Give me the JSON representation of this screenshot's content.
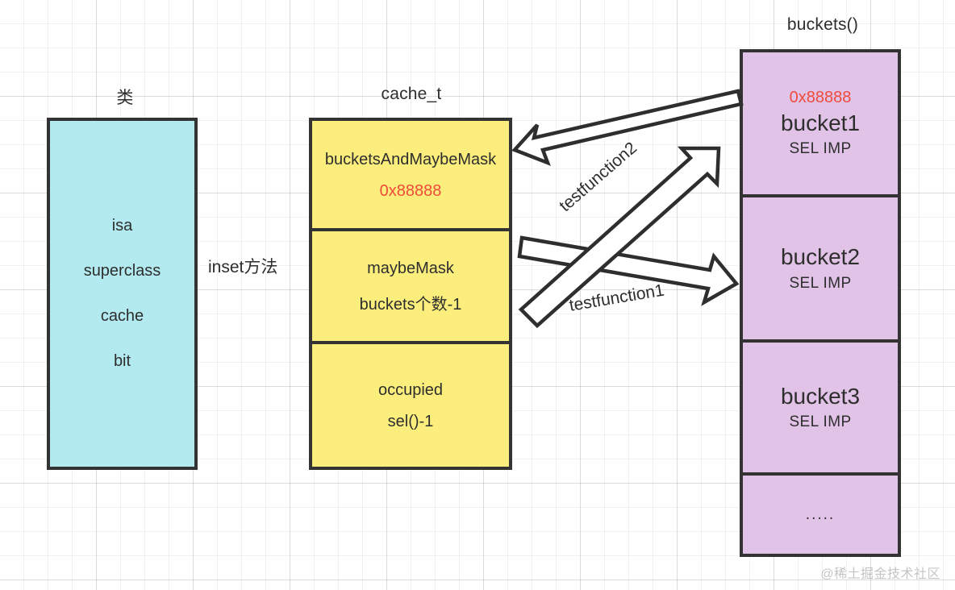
{
  "diagram": {
    "title_class": "类",
    "title_cache": "cache_t",
    "title_buckets": "buckets()",
    "inset_label": "inset方法",
    "watermark": "@稀土掘金技术社区",
    "colors": {
      "class_fill": "#b2eaef",
      "cache_fill": "#fbee7d",
      "buckets_fill": "#e2c3e8",
      "stroke": "#333333",
      "highlight_red": "#ef4b3c",
      "text": "#2e2e2e"
    }
  },
  "class_box": {
    "fields": [
      {
        "label": "isa"
      },
      {
        "label": "superclass"
      },
      {
        "label": "cache"
      },
      {
        "label": "bit"
      }
    ]
  },
  "cache_box": {
    "rows": [
      {
        "name": "bucketsAndMaybeMask",
        "value": "0x88888",
        "value_color": "red"
      },
      {
        "name": "maybeMask",
        "value": "buckets个数-1",
        "value_color": "dark"
      },
      {
        "name": "occupied",
        "value": "sel()-1",
        "value_color": "dark"
      }
    ]
  },
  "buckets_box": {
    "rows": [
      {
        "address": "0x88888",
        "name": "bucket1",
        "content": "SEL IMP"
      },
      {
        "address": "",
        "name": "bucket2",
        "content": "SEL IMP"
      },
      {
        "address": "",
        "name": "bucket3",
        "content": "SEL IMP"
      },
      {
        "address": "",
        "name": "",
        "content": ".....",
        "is_ellipsis": true
      }
    ]
  },
  "arrows": [
    {
      "id": "testfunction2",
      "label": "testfunction2",
      "direction": "buckets-to-cache"
    },
    {
      "id": "testfunction1",
      "label": "testfunction1",
      "direction": "cache-to-buckets"
    }
  ]
}
